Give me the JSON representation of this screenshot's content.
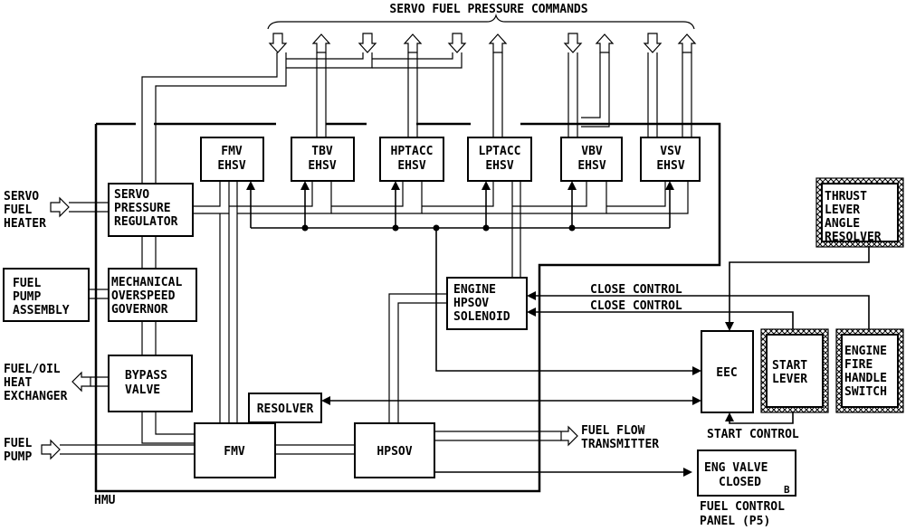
{
  "title": "SERVO FUEL PRESSURE COMMANDS",
  "hmu_label": "HMU",
  "inputs": {
    "servo_fuel_heater": [
      "SERVO",
      "FUEL",
      "HEATER"
    ],
    "fuel_pump_assembly": [
      "FUEL",
      "PUMP",
      "ASSEMBLY"
    ],
    "fuel_oil_heat_exchanger": [
      "FUEL/OIL",
      "HEAT",
      "EXCHANGER"
    ],
    "fuel_pump": [
      "FUEL",
      "PUMP"
    ]
  },
  "blocks": {
    "servo_pressure_regulator": [
      "SERVO",
      "PRESSURE",
      "REGULATOR"
    ],
    "mechanical_overspeed_governor": [
      "MECHANICAL",
      "OVERSPEED",
      "GOVERNOR"
    ],
    "bypass_valve": [
      "BYPASS",
      "VALVE"
    ],
    "resolver": "RESOLVER",
    "fmv": "FMV",
    "hpsov": "HPSOV",
    "engine_hpsov_solenoid": [
      "ENGINE",
      "HPSOV",
      "SOLENOID"
    ],
    "eec": "EEC"
  },
  "ehsv": [
    [
      "FMV",
      "EHSV"
    ],
    [
      "TBV",
      "EHSV"
    ],
    [
      "HPTACC",
      "EHSV"
    ],
    [
      "LPTACC",
      "EHSV"
    ],
    [
      "VBV",
      "EHSV"
    ],
    [
      "VSV",
      "EHSV"
    ]
  ],
  "external": {
    "thrust_lever_angle_resolver": [
      "THRUST",
      "LEVER",
      "ANGLE",
      "RESOLVER"
    ],
    "start_lever": [
      "START",
      "LEVER"
    ],
    "engine_fire_handle_switch": [
      "ENGINE",
      "FIRE",
      "HANDLE",
      "SWITCH"
    ]
  },
  "signals": {
    "close_control_1": "CLOSE CONTROL",
    "close_control_2": "CLOSE CONTROL",
    "start_control": "START CONTROL",
    "fuel_flow_transmitter": [
      "FUEL FLOW",
      "TRANSMITTER"
    ]
  },
  "panel": {
    "indicator": [
      "ENG VALVE",
      "CLOSED"
    ],
    "corner_letter": "B",
    "caption": [
      "FUEL CONTROL",
      "PANEL (P5)"
    ]
  }
}
